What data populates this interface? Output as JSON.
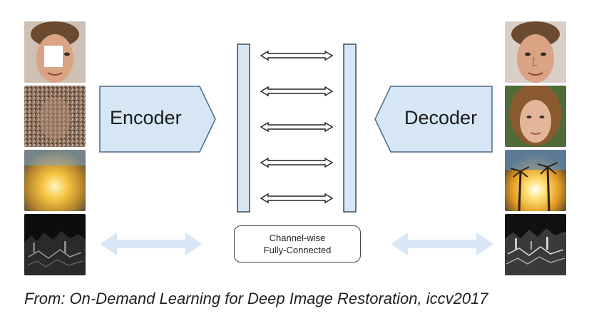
{
  "diagram": {
    "encoder_label": "Encoder",
    "decoder_label": "Decoder",
    "channel_box": {
      "line1": "Channel-wise",
      "line2": "Fully-Connected"
    },
    "arrow_count": 5
  },
  "inputs": [
    "inpainting-face",
    "noisy-face",
    "blurry-scene",
    "low-light-scene"
  ],
  "outputs": [
    "restored-face",
    "denoised-face",
    "deblurred-scene",
    "enhanced-scene"
  ],
  "caption": "From: On-Demand Learning for Deep Image Restoration, iccv2017",
  "colors": {
    "block_fill": "#d6e6f5",
    "block_stroke": "#4a6a8a",
    "arrow_fill": "#d9e6f5"
  }
}
